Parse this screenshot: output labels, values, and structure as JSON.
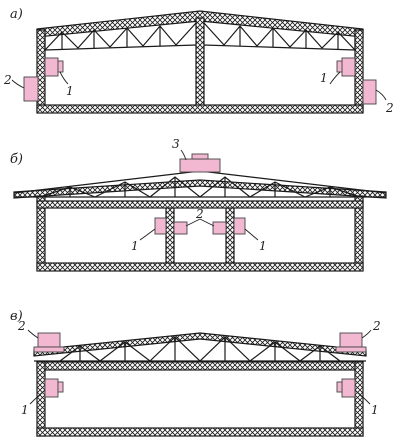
{
  "colors": {
    "unit_fill": "#f2b8d2",
    "line": "#1a1a1a",
    "hatch": "#1a1a1a",
    "background": "#ffffff"
  },
  "panels": [
    {
      "label": "а)",
      "units": [
        {
          "label": "1"
        },
        {
          "label": "2"
        },
        {
          "label": "1"
        },
        {
          "label": "2"
        }
      ]
    },
    {
      "label": "б)",
      "units": [
        {
          "label": "3"
        },
        {
          "label": "2"
        },
        {
          "label": "1"
        },
        {
          "label": "1"
        }
      ]
    },
    {
      "label": "в)",
      "units": [
        {
          "label": "2"
        },
        {
          "label": "2"
        },
        {
          "label": "1"
        },
        {
          "label": "1"
        }
      ]
    }
  ]
}
